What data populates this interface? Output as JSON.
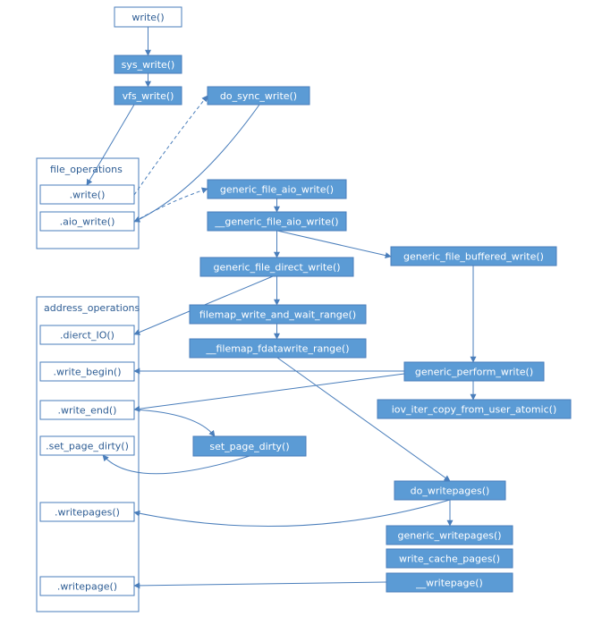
{
  "groups": [
    {
      "id": "file_operations",
      "label": "file_operations"
    },
    {
      "id": "address_operations",
      "label": "address_operations"
    }
  ],
  "nodes": [
    {
      "id": "write",
      "label": "write()",
      "filled": false
    },
    {
      "id": "sys_write",
      "label": "sys_write()",
      "filled": true
    },
    {
      "id": "vfs_write",
      "label": "vfs_write()",
      "filled": true
    },
    {
      "id": "do_sync_write",
      "label": "do_sync_write()",
      "filled": true
    },
    {
      "id": "fo_write",
      "label": ".write()",
      "filled": false
    },
    {
      "id": "fo_aio_write",
      "label": ".aio_write()",
      "filled": false
    },
    {
      "id": "generic_file_aio_write",
      "label": "generic_file_aio_write()",
      "filled": true
    },
    {
      "id": "__generic_file_aio_write",
      "label": "__generic_file_aio_write()",
      "filled": true
    },
    {
      "id": "generic_file_direct_write",
      "label": "generic_file_direct_write()",
      "filled": true
    },
    {
      "id": "generic_file_buffered_write",
      "label": "generic_file_buffered_write()",
      "filled": true
    },
    {
      "id": "filemap_write_and_wait_range",
      "label": "filemap_write_and_wait_range()",
      "filled": true
    },
    {
      "id": "__filemap_fdatawrite_range",
      "label": "__filemap_fdatawrite_range()",
      "filled": true
    },
    {
      "id": "generic_perform_write",
      "label": "generic_perform_write()",
      "filled": true
    },
    {
      "id": "iov_iter_copy_from_user_atomic",
      "label": "iov_iter_copy_from_user_atomic()",
      "filled": true
    },
    {
      "id": "ao_direct_io",
      "label": ".dierct_IO()",
      "filled": false
    },
    {
      "id": "ao_write_begin",
      "label": ".write_begin()",
      "filled": false
    },
    {
      "id": "ao_write_end",
      "label": ".write_end()",
      "filled": false
    },
    {
      "id": "ao_set_page_dirty",
      "label": ".set_page_dirty()",
      "filled": false
    },
    {
      "id": "set_page_dirty",
      "label": "set_page_dirty()",
      "filled": true
    },
    {
      "id": "ao_writepages",
      "label": ".writepages()",
      "filled": false
    },
    {
      "id": "do_writepages",
      "label": "do_writepages()",
      "filled": true
    },
    {
      "id": "generic_writepages",
      "label": "generic_writepages()",
      "filled": true
    },
    {
      "id": "write_cache_pages",
      "label": "write_cache_pages()",
      "filled": true
    },
    {
      "id": "__writepage",
      "label": "__writepage()",
      "filled": true
    },
    {
      "id": "ao_writepage",
      "label": ".writepage()",
      "filled": false
    }
  ],
  "edges": [
    {
      "from": "write",
      "to": "sys_write",
      "style": "solid"
    },
    {
      "from": "sys_write",
      "to": "vfs_write",
      "style": "solid"
    },
    {
      "from": "vfs_write",
      "to": "fo_write",
      "style": "solid"
    },
    {
      "from": "fo_write",
      "to": "do_sync_write",
      "style": "dashed"
    },
    {
      "from": "do_sync_write",
      "to": "fo_aio_write",
      "style": "solid"
    },
    {
      "from": "fo_aio_write",
      "to": "generic_file_aio_write",
      "style": "dashed"
    },
    {
      "from": "generic_file_aio_write",
      "to": "__generic_file_aio_write",
      "style": "solid"
    },
    {
      "from": "__generic_file_aio_write",
      "to": "generic_file_direct_write",
      "style": "solid"
    },
    {
      "from": "__generic_file_aio_write",
      "to": "generic_file_buffered_write",
      "style": "solid"
    },
    {
      "from": "generic_file_direct_write",
      "to": "filemap_write_and_wait_range",
      "style": "solid"
    },
    {
      "from": "generic_file_direct_write",
      "to": "ao_direct_io",
      "style": "solid"
    },
    {
      "from": "filemap_write_and_wait_range",
      "to": "__filemap_fdatawrite_range",
      "style": "solid"
    },
    {
      "from": "__filemap_fdatawrite_range",
      "to": "do_writepages",
      "style": "solid"
    },
    {
      "from": "generic_file_buffered_write",
      "to": "generic_perform_write",
      "style": "solid"
    },
    {
      "from": "generic_perform_write",
      "to": "ao_write_begin",
      "style": "solid"
    },
    {
      "from": "generic_perform_write",
      "to": "iov_iter_copy_from_user_atomic",
      "style": "solid"
    },
    {
      "from": "generic_perform_write",
      "to": "ao_write_end",
      "style": "solid"
    },
    {
      "from": "ao_write_end",
      "to": "set_page_dirty",
      "style": "solid"
    },
    {
      "from": "set_page_dirty",
      "to": "ao_set_page_dirty",
      "style": "solid"
    },
    {
      "from": "do_writepages",
      "to": "ao_writepages",
      "style": "solid"
    },
    {
      "from": "do_writepages",
      "to": "generic_writepages",
      "style": "solid"
    },
    {
      "from": "__writepage",
      "to": "ao_writepage",
      "style": "solid"
    }
  ]
}
